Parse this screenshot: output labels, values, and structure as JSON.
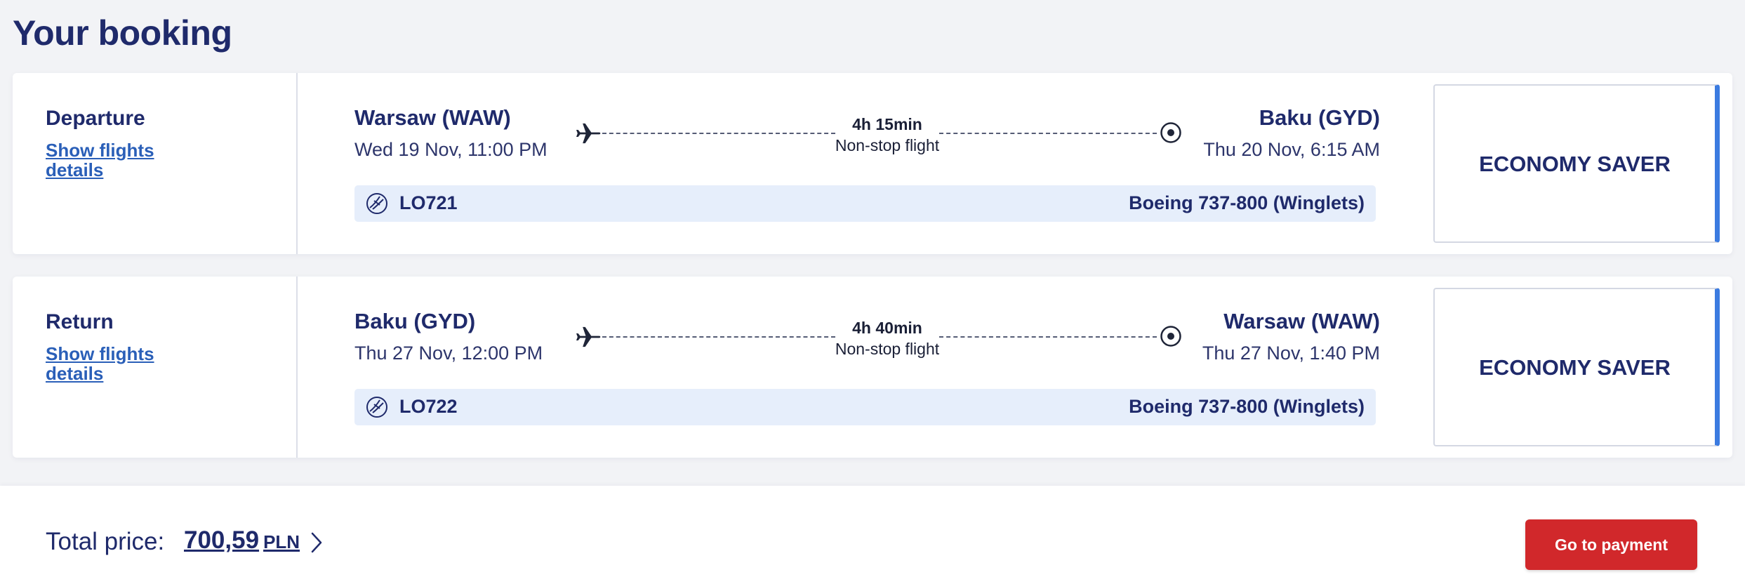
{
  "page": {
    "title": "Your booking"
  },
  "flights": [
    {
      "direction": "Departure",
      "details_link": "Show flights details",
      "origin": "Warsaw (WAW)",
      "origin_datetime": "Wed 19 Nov, 11:00 PM",
      "destination": "Baku (GYD)",
      "destination_datetime": "Thu 20 Nov, 6:15 AM",
      "duration": "4h 15min",
      "stops": "Non-stop flight",
      "flight_number": "LO721",
      "aircraft": "Boeing 737-800 (Winglets)",
      "fare": "ECONOMY SAVER"
    },
    {
      "direction": "Return",
      "details_link": "Show flights details",
      "origin": "Baku (GYD)",
      "origin_datetime": "Thu 27 Nov, 12:00 PM",
      "destination": "Warsaw (WAW)",
      "destination_datetime": "Thu 27 Nov, 1:40 PM",
      "duration": "4h 40min",
      "stops": "Non-stop flight",
      "flight_number": "LO722",
      "aircraft": "Boeing 737-800 (Winglets)",
      "fare": "ECONOMY SAVER"
    }
  ],
  "footer": {
    "total_label": "Total price:",
    "total_amount": "700,59",
    "total_currency": "PLN",
    "pay_button": "Go to payment"
  },
  "icons": {
    "plane": "plane-icon",
    "destination": "destination-target-icon",
    "airline": "airline-logo-icon",
    "chevron": "chevron-right-icon"
  },
  "colors": {
    "primary_text": "#1f2a6b",
    "link": "#2a5fb8",
    "fare_accent": "#3b7be0",
    "flight_bar_bg": "#e6eefb",
    "pay_button": "#d1282b",
    "page_bg": "#f2f3f6"
  }
}
